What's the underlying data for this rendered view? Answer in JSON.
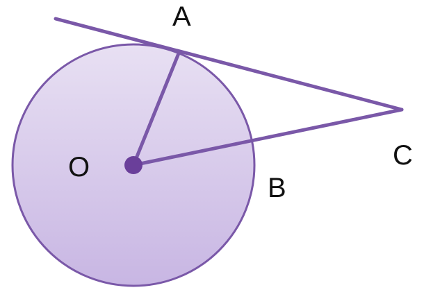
{
  "points": {
    "A": "A",
    "O": "O",
    "B": "B",
    "C": "C"
  },
  "colors": {
    "line": "#7a58a8",
    "center_dot": "#6a3f9a",
    "circle_stroke": "#7a58a8",
    "circle_fill_top": "#e8e0f3",
    "circle_fill_bottom": "#c8b6e3",
    "label": "#111111"
  }
}
